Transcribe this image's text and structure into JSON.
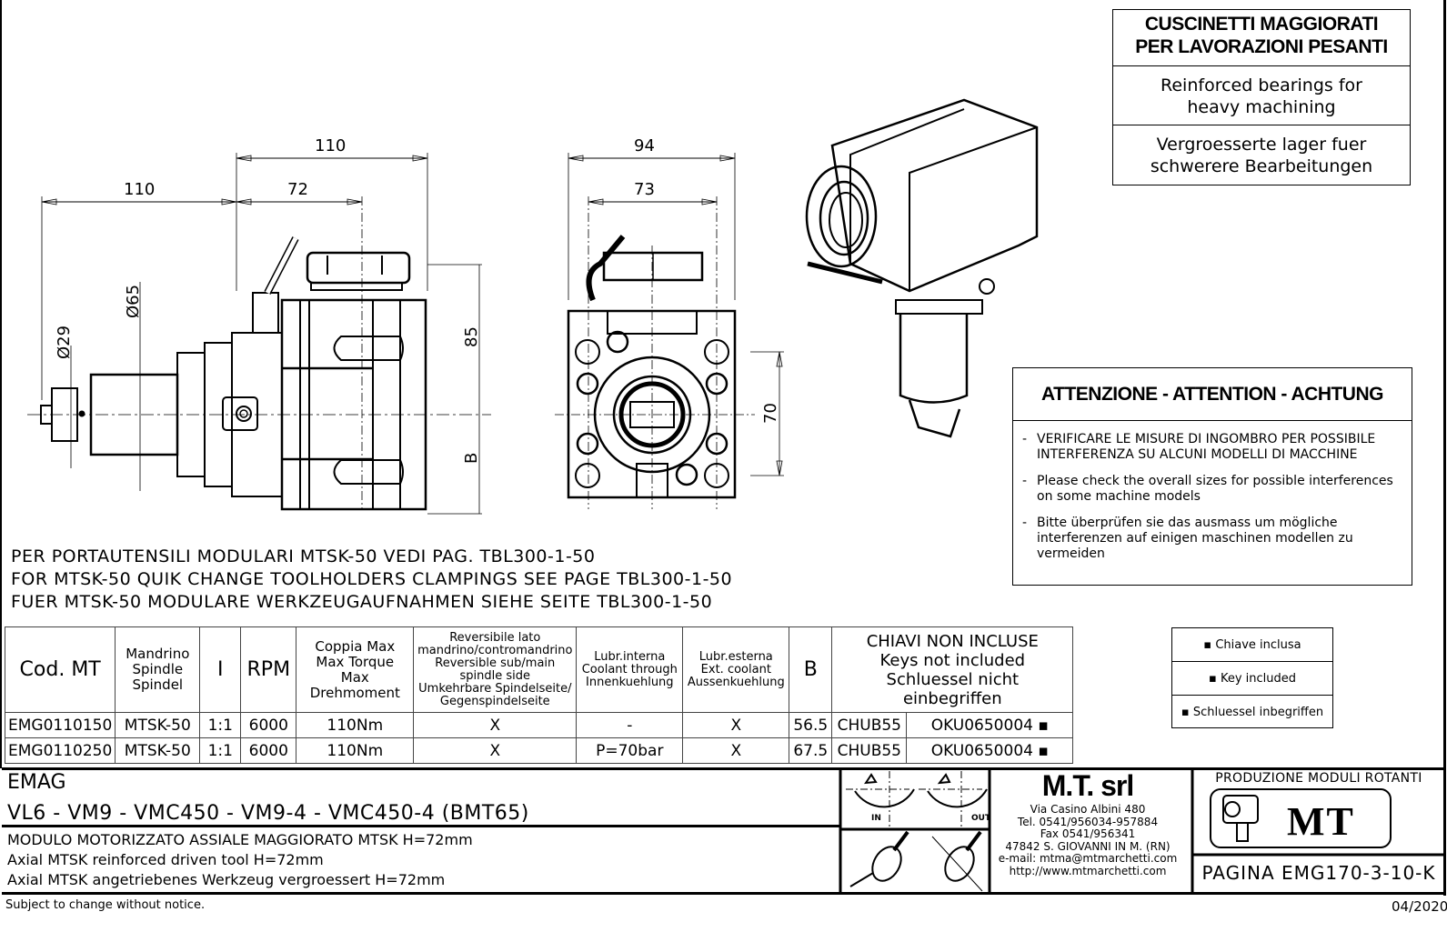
{
  "heading": {
    "title_it_line1": "CUSCINETTI MAGGIORATI",
    "title_it_line2": "PER LAVORAZIONI PESANTI",
    "en_line1": "Reinforced bearings for",
    "en_line2": "heavy machining",
    "de_line1": "Vergroesserte lager fuer",
    "de_line2": "schwerere Bearbeitungen"
  },
  "dimensions": {
    "side_view": {
      "overall_length": "110",
      "overall_length_2": "110",
      "h": "72",
      "dia_65": "Ø65",
      "dia_29": "Ø29",
      "height_85": "85",
      "b": "B"
    },
    "front_view": {
      "width_94": "94",
      "width_73": "73",
      "height_70": "70"
    }
  },
  "attention": {
    "title": "ATTENZIONE - ATTENTION - ACHTUNG",
    "items": [
      "VERIFICARE LE MISURE DI INGOMBRO PER POSSIBILE INTERFERENZA SU ALCUNI MODELLI DI MACCHINE",
      "Please check the overall sizes for possible interferences on some machine models",
      "Bitte überprüfen sie das ausmass um mögliche interferenzen auf einigen maschinen modellen zu vermeiden"
    ]
  },
  "notes": [
    "PER PORTAUTENSILI MODULARI MTSK-50 VEDI PAG. TBL300-1-50",
    "FOR MTSK-50 QUIK CHANGE TOOLHOLDERS CLAMPINGS SEE PAGE TBL300-1-50",
    "FUER MTSK-50 MODULARE WERKZEUGAUFNAHMEN SIEHE SEITE TBL300-1-50"
  ],
  "spec_table": {
    "headers": {
      "code": "Cod. MT",
      "spindle": [
        "Mandrino",
        "Spindle",
        "Spindel"
      ],
      "ratio": "I",
      "rpm": "RPM",
      "torque": [
        "Coppia Max",
        "Max Torque",
        "Max Drehmoment"
      ],
      "reversible": [
        "Reversibile lato",
        "mandrino/contromandrino",
        "Reversible sub/main",
        "spindle side",
        "Umkehrbare Spindelseite/",
        "Gegenspindelseite"
      ],
      "coolant_int": [
        "Lubr.interna",
        "Coolant through",
        "Innenkuehlung"
      ],
      "coolant_ext": [
        "Lubr.esterna",
        "Ext. coolant",
        "Aussenkuehlung"
      ],
      "b": "B",
      "keys": [
        "CHIAVI NON INCLUSE",
        "Keys not included",
        "Schluessel nicht einbegriffen"
      ]
    },
    "rows": [
      {
        "code": "EMG0110150",
        "spindle": "MTSK-50",
        "ratio": "1:1",
        "rpm": "6000",
        "torque": "110Nm",
        "reversible": "X",
        "coolant_int": "-",
        "coolant_ext": "X",
        "b": "56.5",
        "key1": "CHUB55",
        "key2": "OKU0650004 ▪"
      },
      {
        "code": "EMG0110250",
        "spindle": "MTSK-50",
        "ratio": "1:1",
        "rpm": "6000",
        "torque": "110Nm",
        "reversible": "X",
        "coolant_int": "P=70bar",
        "coolant_ext": "X",
        "b": "67.5",
        "key1": "CHUB55",
        "key2": "OKU0650004 ▪"
      }
    ]
  },
  "legend": [
    "▪ Chiave inclusa",
    "▪ Key included",
    "▪ Schluessel inbegriffen"
  ],
  "title_block": {
    "brand": "EMAG",
    "models": "VL6 - VM9 - VMC450 - VM9-4 - VMC450-4  (BMT65)",
    "description": [
      "MODULO MOTORIZZATO ASSIALE MAGGIORATO MTSK H=72mm",
      "Axial MTSK reinforced driven tool H=72mm",
      "Axial MTSK angetriebenes Werkzeug vergroessert H=72mm"
    ],
    "rotation_in": "IN",
    "rotation_out": "OUT",
    "company": {
      "name": "M.T. srl",
      "address": "Via Casino Albini 480",
      "tel": "Tel. 0541/956034-957884",
      "fax": "Fax 0541/956341",
      "city": "47842 S. GIOVANNI IN M. (RN)",
      "email": "e-mail: mtma@mtmarchetti.com",
      "web": "http://www.mtmarchetti.com"
    },
    "production_label": "PRODUZIONE MODULI ROTANTI",
    "logo_text": "MT",
    "page": "PAGINA EMG170-3-10-K"
  },
  "footer": {
    "disclaimer": "Subject to change without notice.",
    "date": "04/2020"
  }
}
